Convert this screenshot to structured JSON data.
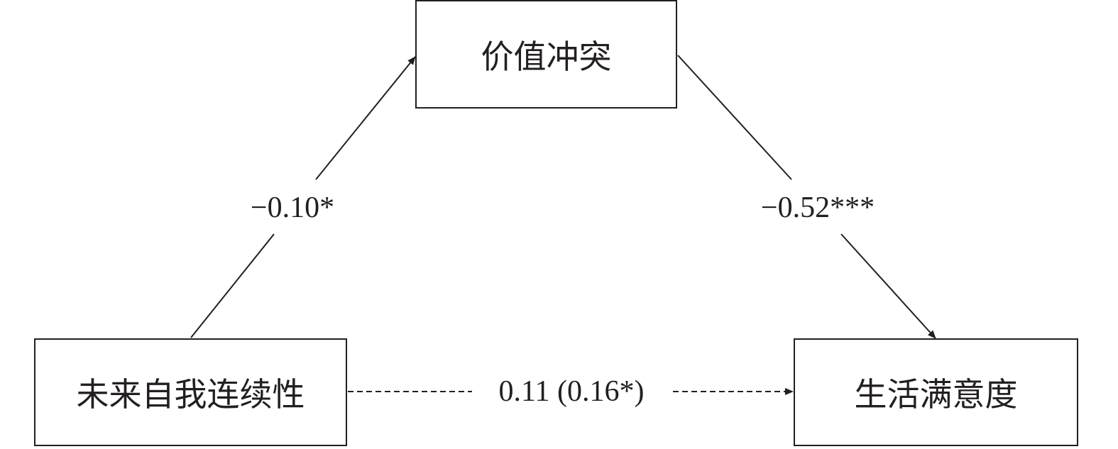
{
  "nodes": {
    "mediator": "价值冲突",
    "predictor": "未来自我连续性",
    "outcome": "生活满意度"
  },
  "paths": {
    "a": "−0.10*",
    "b": "−0.52***",
    "c": "0.11 (0.16*)"
  },
  "colors": {
    "line": "#231f20"
  }
}
